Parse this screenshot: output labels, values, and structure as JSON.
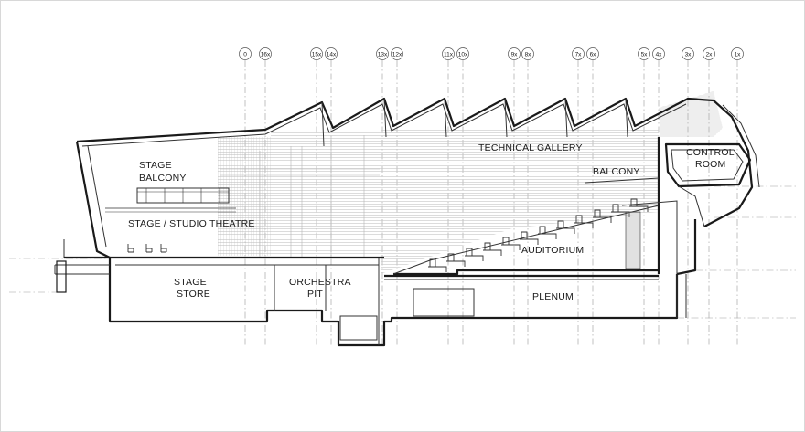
{
  "grid_markers": [
    "0",
    "16x",
    "15x",
    "14x",
    "13x",
    "12x",
    "11x",
    "10x",
    "9x",
    "8x",
    "7x",
    "6x",
    "5x",
    "4x",
    "3x",
    "2x",
    "1x"
  ],
  "rooms": {
    "stage_balcony": [
      "STAGE",
      "BALCONY"
    ],
    "stage_studio_theatre": "STAGE / STUDIO THEATRE",
    "stage_store": [
      "STAGE",
      "STORE"
    ],
    "orchestra_pit": [
      "ORCHESTRA",
      "PIT"
    ],
    "technical_gallery": "TECHNICAL GALLERY",
    "balcony": "BALCONY",
    "control_room": [
      "CONTROL",
      "ROOM"
    ],
    "auditorium": "AUDITORIUM",
    "plenum": "PLENUM"
  },
  "colors": {
    "line": "#1a1a1a",
    "hatch": "#9a9a9a",
    "grid": "#9a9a9a"
  }
}
